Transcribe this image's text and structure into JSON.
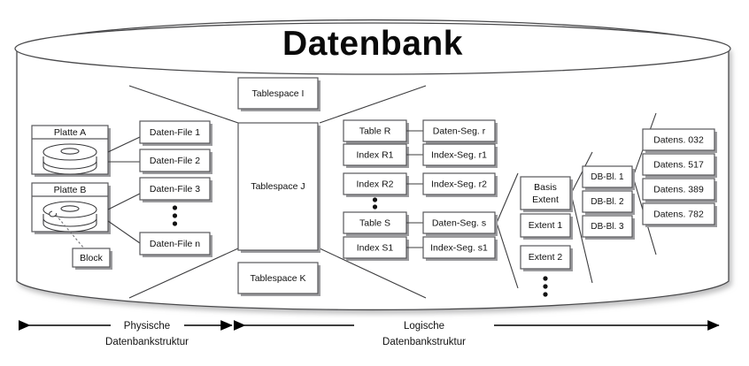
{
  "diagram": {
    "title": "Datenbank",
    "captions": {
      "physical_line1": "Physische",
      "physical_line2": "Datenbankstruktur",
      "logical_line1": "Logische",
      "logical_line2": "Datenbankstruktur"
    },
    "disks": [
      {
        "label": "Platte A"
      },
      {
        "label": "Platte B"
      }
    ],
    "block": {
      "label": "Block"
    },
    "data_files": [
      {
        "label": "Daten-File 1"
      },
      {
        "label": "Daten-File 2"
      },
      {
        "label": "Daten-File 3"
      },
      {
        "label": "Daten-File n"
      }
    ],
    "tablespaces": [
      {
        "label": "Tablespace I"
      },
      {
        "label": "Tablespace J"
      },
      {
        "label": "Tablespace K"
      }
    ],
    "objects": [
      {
        "label": "Table R"
      },
      {
        "label": "Index R1"
      },
      {
        "label": "Index R2"
      },
      {
        "label": "Table S"
      },
      {
        "label": "Index S1"
      }
    ],
    "segments": [
      {
        "label": "Daten-Seg. r"
      },
      {
        "label": "Index-Seg. r1"
      },
      {
        "label": "Index-Seg. r2"
      },
      {
        "label": "Daten-Seg. s"
      },
      {
        "label": "Index-Seg. s1"
      }
    ],
    "extents": [
      {
        "label_line1": "Basis",
        "label_line2": "Extent"
      },
      {
        "label": "Extent 1"
      },
      {
        "label": "Extent 2"
      }
    ],
    "db_blocks": [
      {
        "label": "DB-Bl. 1"
      },
      {
        "label": "DB-Bl. 2"
      },
      {
        "label": "DB-Bl. 3"
      }
    ],
    "data_records": [
      {
        "label": "Datens. 032"
      },
      {
        "label": "Datens. 517"
      },
      {
        "label": "Datens. 389"
      },
      {
        "label": "Datens. 782"
      }
    ],
    "colors": {
      "background": "#ffffff",
      "box_fill": "#ffffff",
      "box_stroke": "#58585a",
      "shadow": "#9b9b9e",
      "text": "#111111",
      "cylinder_stroke": "#4a4a4c"
    }
  }
}
